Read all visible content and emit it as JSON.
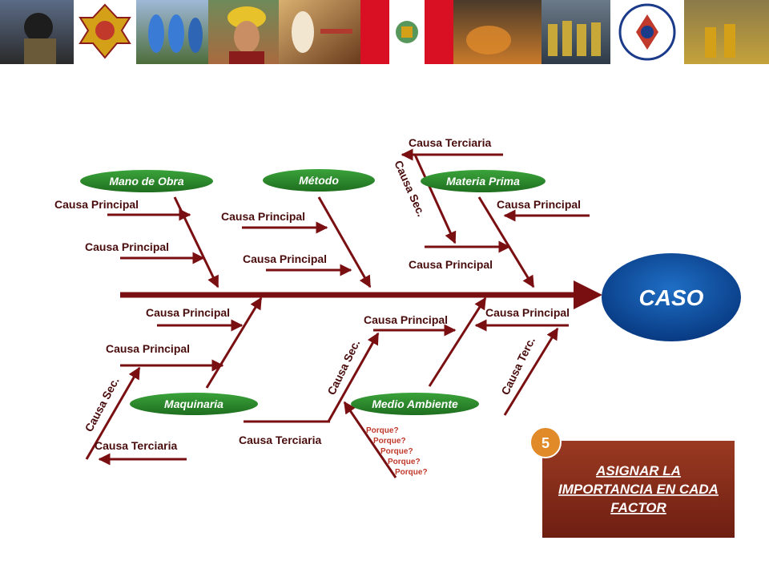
{
  "case_label": "CASO",
  "categories": {
    "mano_de_obra": "Mano de Obra",
    "metodo": "Método",
    "materia_prima": "Materia Prima",
    "maquinaria": "Maquinaria",
    "medio_ambiente": "Medio Ambiente"
  },
  "labels": {
    "mano_principal_1": "Causa Principal",
    "mano_principal_2": "Causa Principal",
    "metodo_principal_1": "Causa Principal",
    "metodo_principal_2": "Causa Principal",
    "materia_terciaria": "Causa Terciaria",
    "materia_sec": "Causa Sec.",
    "materia_principal_1": "Causa Principal",
    "materia_principal_2": "Causa Principal",
    "maq_principal_1": "Causa Principal",
    "maq_principal_2": "Causa Principal",
    "maq_sec": "Causa Sec.",
    "maq_terciaria": "Causa Terciaria",
    "medio_principal_1": "Causa Principal",
    "medio_principal_2": "Causa Principal",
    "medio_sec": "Causa Sec.",
    "medio_terc": "Causa Terc.",
    "medio_terciaria": "Causa Terciaria"
  },
  "why_chain": [
    "Porque?",
    "Porque?",
    "Porque?",
    "Porque?",
    "Porque?"
  ],
  "step": {
    "number": "5",
    "line1": "ASIGNAR LA",
    "line2": "IMPORTANCIA EN CADA",
    "line3": "FACTOR"
  },
  "colors": {
    "arrow": "#7a0f12",
    "category": "#2f8a2f",
    "case": "#0d4a9a",
    "task_box": "#8b2a18"
  },
  "banner_icons": [
    "firefighter-photo",
    "rescate-peru-badge",
    "hazmat-team-photo",
    "firefighter-portrait",
    "religious-painting",
    "peru-flag",
    "fire-scene-photo",
    "team-photo",
    "hermandad-de-bomberos-logo",
    "fire-training-photo"
  ]
}
